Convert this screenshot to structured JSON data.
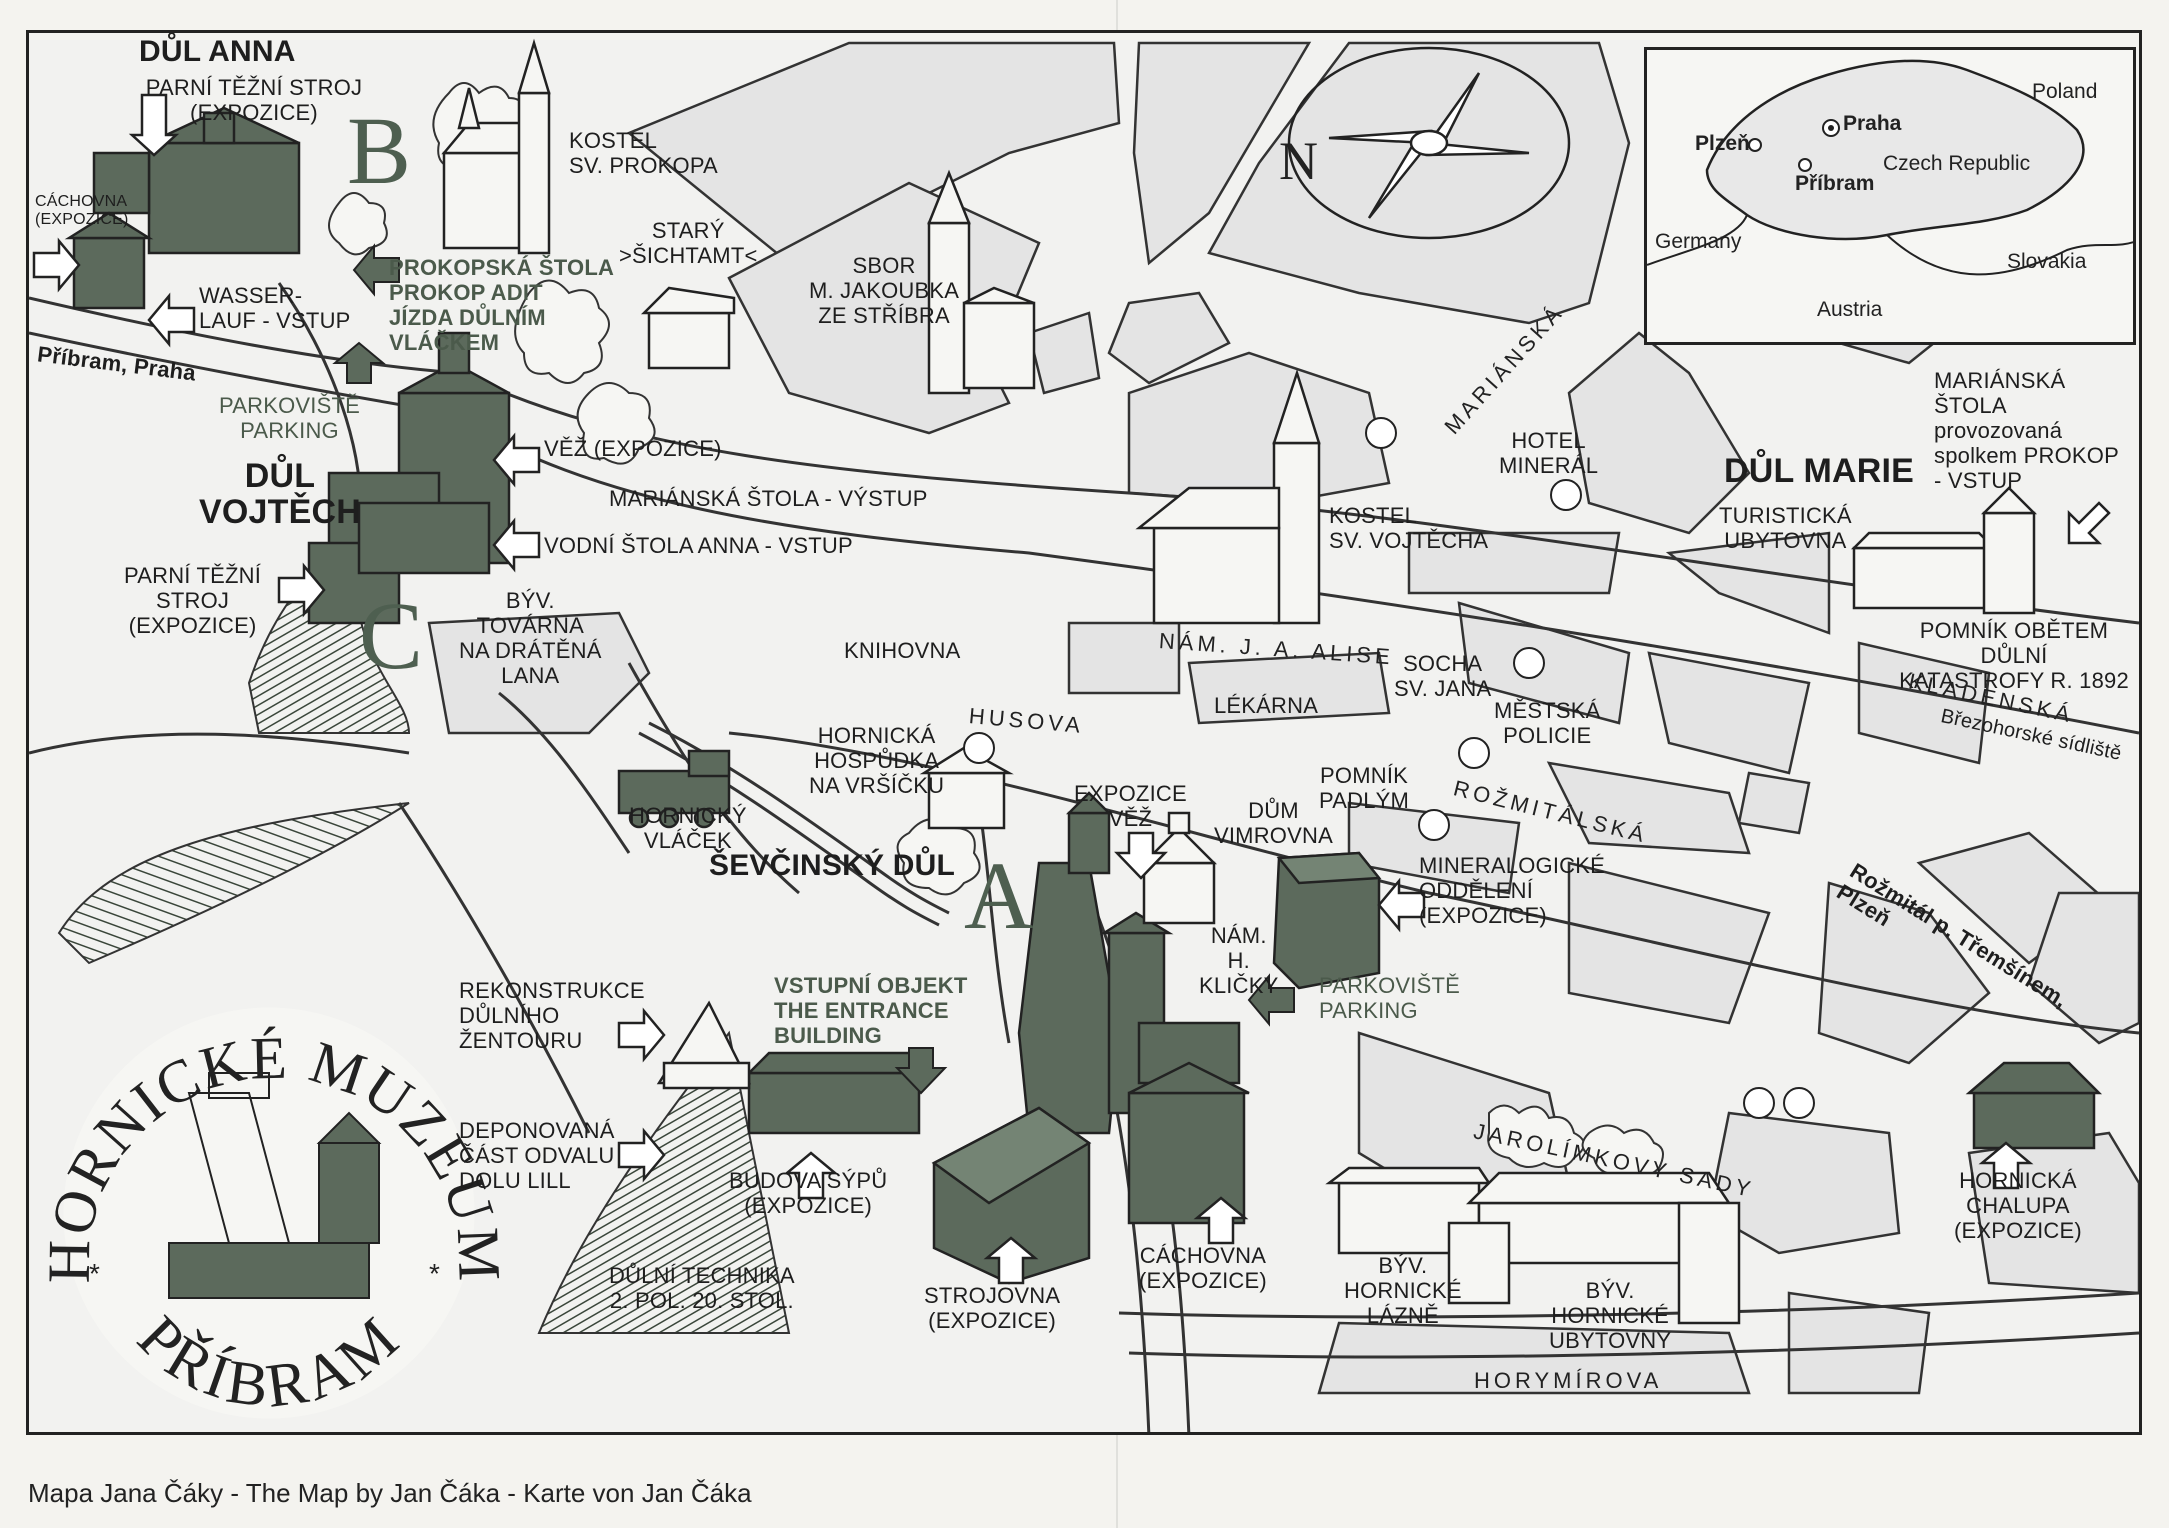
{
  "caption": "Mapa Jana Čáky - The Map by Jan Čáka - Karte von Jan Čáka",
  "compass": {
    "north": "N"
  },
  "inset": {
    "countries": {
      "poland": "Poland",
      "czech": "Czech Republic",
      "germany": "Germany",
      "slovakia": "Slovakia",
      "austria": "Austria"
    },
    "cities": {
      "praha": "Praha",
      "plzen": "Plzeň",
      "pribram": "Příbram"
    }
  },
  "logo": {
    "title": "HORNICKÉ MUZEUM",
    "city": "PŘÍBRAM"
  },
  "sectors": {
    "a": "A",
    "b": "B",
    "c": "C"
  },
  "labels": {
    "dul_anna": "DŮL ANNA",
    "dul_anna_stroj": "PARNÍ TĚŽNÍ STROJ\n(EXPOZICE)",
    "cachovna_small": "CÁCHOVNA\n(EXPOZICE)",
    "wasserlauf": "WASSER-\nLAUF - VSTUP",
    "pribram_praha": "Příbram, Praha",
    "kostel_prokopa": "KOSTEL\nSV. PROKOPA",
    "prokopska": "PROKOPSKÁ ŠTOLA\nPROKOP ADIT\nJÍZDA DŮLNÍM\nVLÁČKEM",
    "stary_sichtamt": "STARÝ\n>ŠICHTAMT<",
    "sbor": "SBOR\nM. JAKOUBKA\nZE STŘÍBRA",
    "parkoviste_1": "PARKOVIŠTĚ\nPARKING",
    "dul_vojtech": "DŮL\nVOJTĚCH",
    "vez": "VĚŽ (EXPOZICE)",
    "marianska_vystup": "MARIÁNSKÁ ŠTOLA - VÝSTUP",
    "vodni_stola": "VODNÍ ŠTOLA ANNA - VSTUP",
    "vojtech_stroj": "PARNÍ TĚŽNÍ\nSTROJ\n(EXPOZICE)",
    "tovarna": "BÝV.\nTOVÁRNA\nNA DRÁTĚNÁ\nLANA",
    "knihovna": "KNIHOVNA",
    "kostel_vojtecha": "KOSTEL\nSV. VOJTĚCHA",
    "hotel_mineral": "HOTEL\nMINERÁL",
    "marianska_stola": "MARIÁNSKÁ\nŠTOLA provozovaná\nspolkem PROKOP\n- VSTUP",
    "dul_marie": "DŮL MARIE",
    "turisticka": "TURISTICKÁ\nUBYTOVNA",
    "pomnik_obetem": "POMNÍK OBĚTEM DŮLNÍ\nKATASTROFY R. 1892",
    "brezohorske": "Březohorské sídliště",
    "rozmital": "Rožmitál p. Třemšínem, Plzeň",
    "socha": "SOCHA\nSV. JANA",
    "lekarna": "LÉKÁRNA",
    "mestska_policie": "MĚSTSKÁ\nPOLICIE",
    "pomnik_padlym": "POMNÍK\nPADLÝM",
    "dum_vimrovna": "DŮM\nVIMROVNA",
    "expozice_vez": "EXPOZICE\nVĚŽ",
    "hospudka": "HORNICKÁ\nHOSPŮDKA\nNA VRŠÍČKU",
    "vlacek": "HORNICKÝ\nVLÁČEK",
    "sevcinsky": "ŠEVČINSKÝ DŮL",
    "mineralogicke": "MINERALOGICKÉ\nODDĚLENÍ\n(EXPOZICE)",
    "nam_klicky": "NÁM.\nH.\nKLIČKY",
    "parkoviste_2": "PARKOVIŠTĚ\nPARKING",
    "rekonstrukce": "REKONSTRUKCE\nDŮLNÍHO\nŽENTOURU",
    "vstupni": "VSTUPNÍ OBJEKT\nTHE ENTRANCE\nBUILDING",
    "deponovana": "DEPONOVANÁ\nČÁST ODVALU\nDOLU LILL",
    "budova_sypu": "BUDOVA SÝPŮ\n(EXPOZICE)",
    "dulni_technika": "DŮLNÍ TECHNIKA\n2. POL. 20. STOL.",
    "strojovna": "STROJOVNA\n(EXPOZICE)",
    "cachovna": "CÁCHOVNA\n(EXPOZICE)",
    "lazne": "BÝV.\nHORNICKÉ\nLÁZNĚ",
    "ubytovny": "BÝV.\nHORNICKÉ\nUBYTOVNY",
    "chalupa": "HORNICKÁ\nCHALUPA\n(EXPOZICE)"
  },
  "streets": {
    "marianska": "MARIÁNSKÁ",
    "nam_alise": "NÁM. J. A. ALISE",
    "husova": "HUSOVA",
    "kladenska": "KLADENSKÁ",
    "rozmitalska": "ROŽMITÁLSKÁ",
    "jarolimkovy": "JAROLÍMKOVY SADY",
    "horymirova": "HORYMÍROVA"
  }
}
